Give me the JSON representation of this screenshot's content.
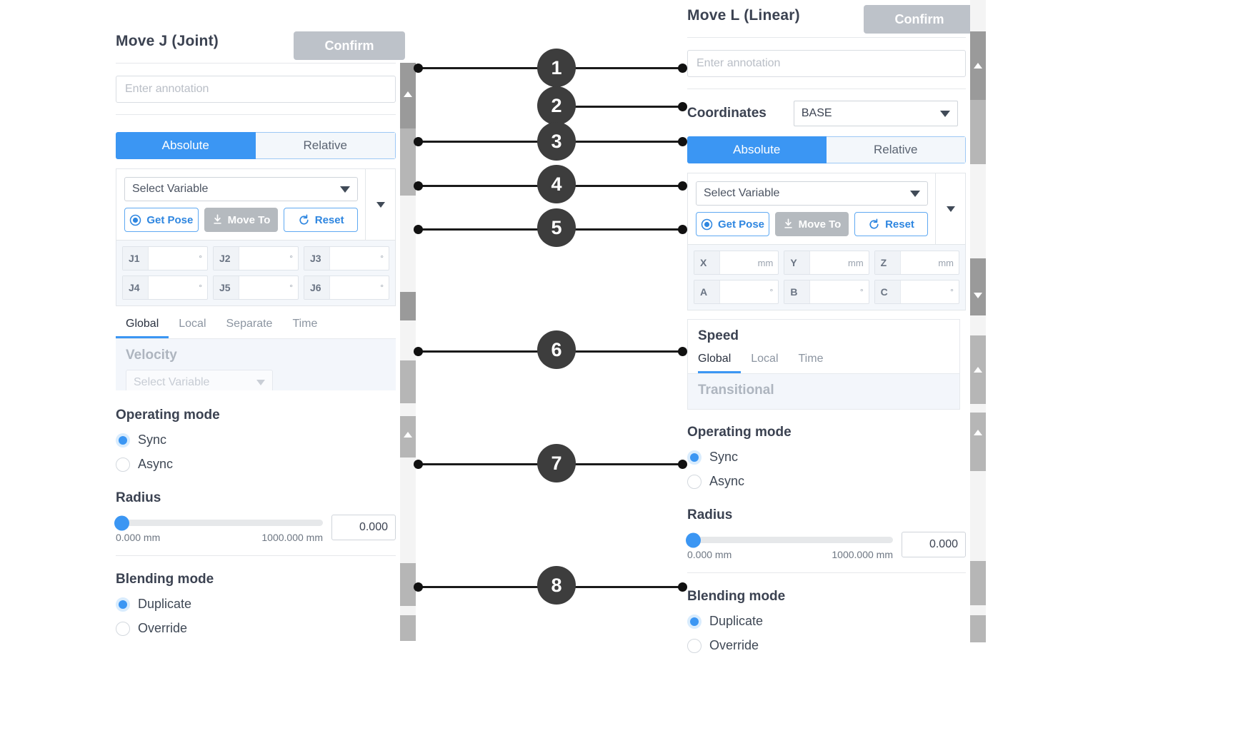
{
  "left_panel": {
    "title": "Move J (Joint)",
    "confirm_label": "Confirm",
    "annotation_placeholder": "Enter annotation",
    "annotation_value": "",
    "mode_tabs": {
      "absolute": "Absolute",
      "relative": "Relative",
      "selected": "Absolute"
    },
    "variable_select": {
      "value": "Select Variable"
    },
    "buttons": {
      "get_pose": "Get Pose",
      "move_to": "Move To",
      "reset": "Reset"
    },
    "pose_fields": [
      {
        "label": "J1",
        "value": "",
        "unit": "°"
      },
      {
        "label": "J2",
        "value": "",
        "unit": "°"
      },
      {
        "label": "J3",
        "value": "",
        "unit": "°"
      },
      {
        "label": "J4",
        "value": "",
        "unit": "°"
      },
      {
        "label": "J5",
        "value": "",
        "unit": "°"
      },
      {
        "label": "J6",
        "value": "",
        "unit": "°"
      }
    ],
    "velocity_tabs": [
      "Global",
      "Local",
      "Separate",
      "Time"
    ],
    "velocity_tab_selected": "Global",
    "velocity_label": "Velocity",
    "velocity_select_value": "Select Variable",
    "operating_mode": {
      "heading": "Operating mode",
      "options": [
        {
          "label": "Sync",
          "selected": true
        },
        {
          "label": "Async",
          "selected": false
        }
      ]
    },
    "radius": {
      "heading": "Radius",
      "min_label": "0.000 mm",
      "max_label": "1000.000 mm",
      "value": "0.000",
      "percent": 0
    },
    "blending_mode": {
      "heading": "Blending mode",
      "options": [
        {
          "label": "Duplicate",
          "selected": true
        },
        {
          "label": "Override",
          "selected": false
        }
      ]
    }
  },
  "right_panel": {
    "title": "Move L (Linear)",
    "confirm_label": "Confirm",
    "annotation_placeholder": "Enter annotation",
    "annotation_value": "",
    "coordinates": {
      "label": "Coordinates",
      "value": "BASE"
    },
    "mode_tabs": {
      "absolute": "Absolute",
      "relative": "Relative",
      "selected": "Absolute"
    },
    "variable_select": {
      "value": "Select Variable"
    },
    "buttons": {
      "get_pose": "Get Pose",
      "move_to": "Move To",
      "reset": "Reset"
    },
    "pose_fields": [
      {
        "label": "X",
        "value": "",
        "unit": "mm"
      },
      {
        "label": "Y",
        "value": "",
        "unit": "mm"
      },
      {
        "label": "Z",
        "value": "",
        "unit": "mm"
      },
      {
        "label": "A",
        "value": "",
        "unit": "°"
      },
      {
        "label": "B",
        "value": "",
        "unit": "°"
      },
      {
        "label": "C",
        "value": "",
        "unit": "°"
      }
    ],
    "speed": {
      "heading": "Speed",
      "tabs": [
        "Global",
        "Local",
        "Time"
      ],
      "tab_selected": "Global",
      "field_label": "Transitional"
    },
    "operating_mode": {
      "heading": "Operating mode",
      "options": [
        {
          "label": "Sync",
          "selected": true
        },
        {
          "label": "Async",
          "selected": false
        }
      ]
    },
    "radius": {
      "heading": "Radius",
      "min_label": "0.000 mm",
      "max_label": "1000.000 mm",
      "value": "0.000",
      "percent": 0
    },
    "blending_mode": {
      "heading": "Blending mode",
      "options": [
        {
          "label": "Duplicate",
          "selected": true
        },
        {
          "label": "Override",
          "selected": false
        }
      ]
    }
  },
  "callouts": [
    {
      "number": "1"
    },
    {
      "number": "2"
    },
    {
      "number": "3"
    },
    {
      "number": "4"
    },
    {
      "number": "5"
    },
    {
      "number": "6"
    },
    {
      "number": "7"
    },
    {
      "number": "8"
    }
  ],
  "colors": {
    "accent": "#3b96f3",
    "confirm_disabled": "#bdc2c9",
    "callout_circle": "#3d3d3d",
    "panel_text": "#3b4251"
  }
}
